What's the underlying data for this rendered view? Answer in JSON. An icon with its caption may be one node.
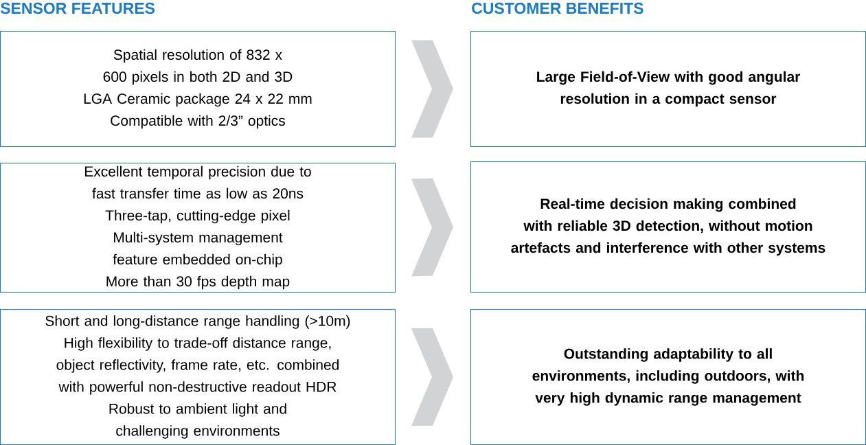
{
  "diagram": {
    "nodes": [
      {
        "text": [
          "Spatial resolution of 832 x 600 pixels in both 2D and 3D",
          "LGA Ceramic package 24 x 22 mm",
          "Compatible with 2/3” optics"
        ]
      },
      {
        "text": [
          "Large Field-of-View with good angular resolution in a compact sensor"
        ]
      },
      {
        "text": [
          "Excellent temporal precision due to fast transfer time as low as 20ns",
          "Three-tap, cutting-edge pixel",
          "Multi-system management feature embedded on-chip",
          "More than 30 fps depth map"
        ]
      },
      {
        "text": [
          "Real-time decision making combined with reliable 3D detection, without motion artefacts and interference with other systems"
        ]
      },
      {
        "text": [
          "Short and long-distance range handling (>10m)",
          "High flexibility to trade-off distance range, object reflectivity, frame rate, etc. combined with powerful non-destructive readout HDR",
          "Robust to ambient light and challenging environments"
        ]
      },
      {
        "text": [
          "Outstanding adaptability to all environments, including outdoors, with very high dynamic range management"
        ]
      }
    ],
    "edges": [
      {
        "from": 0,
        "to": 1,
        "arrow": "to"
      },
      {
        "from": 2,
        "to": 3,
        "arrow": "to"
      },
      {
        "from": 4,
        "to": 5,
        "arrow": "to"
      }
    ],
    "labels": [
      "SENSOR FEATURES",
      "CUSTOMER BENEFITS"
    ]
  }
}
